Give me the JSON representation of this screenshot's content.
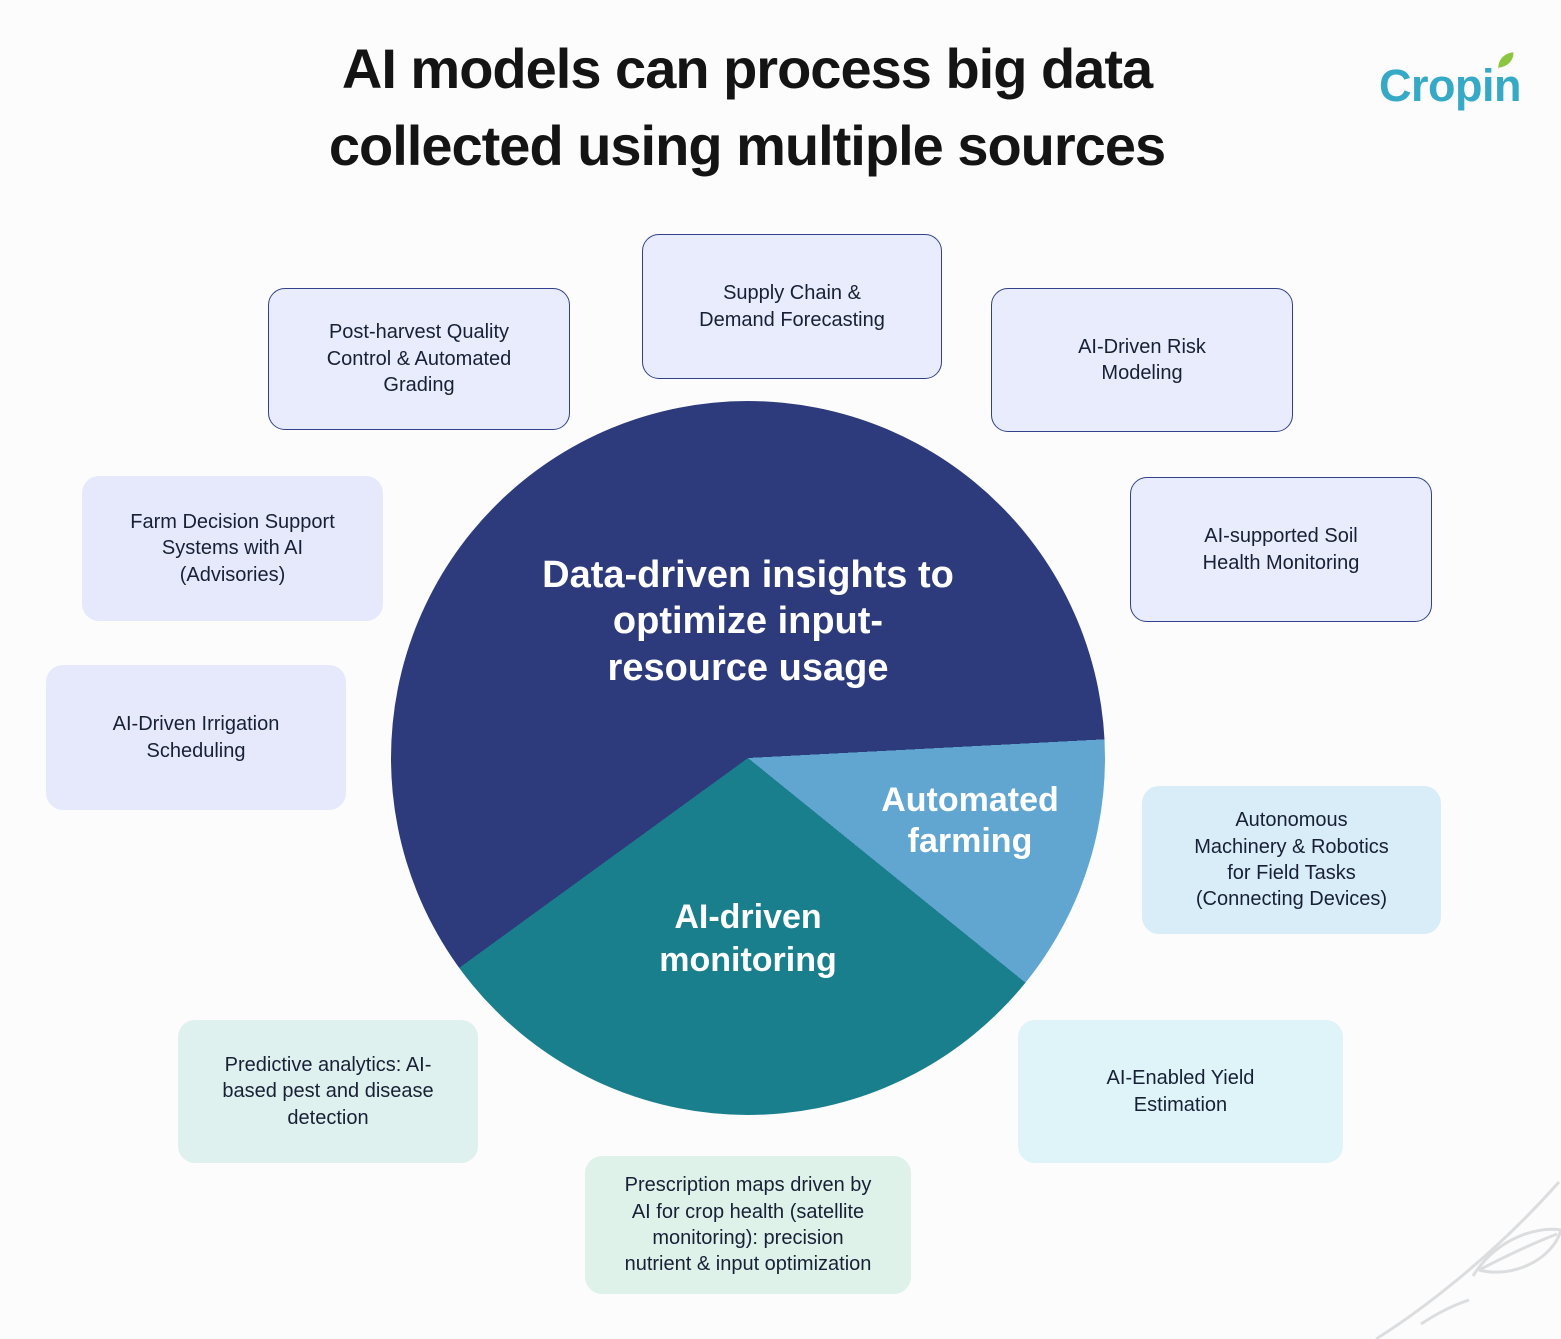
{
  "page": {
    "title": "AI models can process big data\ncollected using multiple sources",
    "brand": "Cropin"
  },
  "palette": {
    "brand_teal": "#36a9c6",
    "pie_navy": "#2d3b7d",
    "pie_teal": "#1a7f8d",
    "pie_light_blue": "#61a6d1",
    "card_lavender": "#e8ecfc",
    "card_light_blue": "#d9edf8",
    "card_light_teal": "#def1ee",
    "card_light_cyan": "#def4f8",
    "card_light_green": "#def2ea"
  },
  "pie": {
    "type": "pie",
    "segments": [
      {
        "label": "Data-driven insights to\noptimize input-\nresource usage",
        "color": "#2d3b7d",
        "share_deg": 213
      },
      {
        "label": "Automated\nfarming",
        "color": "#61a6d1",
        "share_deg": 42
      },
      {
        "label": "AI-driven\nmonitoring",
        "color": "#1a7f8d",
        "share_deg": 105
      }
    ]
  },
  "boxes": [
    {
      "label": "Post-harvest Quality\nControl & Automated\nGrading"
    },
    {
      "label": "Supply Chain &\nDemand Forecasting"
    },
    {
      "label": "AI-Driven Risk\nModeling"
    },
    {
      "label": "Farm Decision Support\nSystems with AI\n(Advisories)"
    },
    {
      "label": "AI-supported Soil\nHealth Monitoring"
    },
    {
      "label": "AI-Driven Irrigation\nScheduling"
    },
    {
      "label": "Autonomous\nMachinery & Robotics\nfor Field Tasks\n(Connecting Devices)"
    },
    {
      "label": "Predictive analytics: AI-\nbased pest and disease\ndetection"
    },
    {
      "label": "AI-Enabled Yield\nEstimation"
    },
    {
      "label": "Prescription maps driven by\nAI for crop health (satellite\nmonitoring): precision\nnutrient & input optimization"
    }
  ]
}
